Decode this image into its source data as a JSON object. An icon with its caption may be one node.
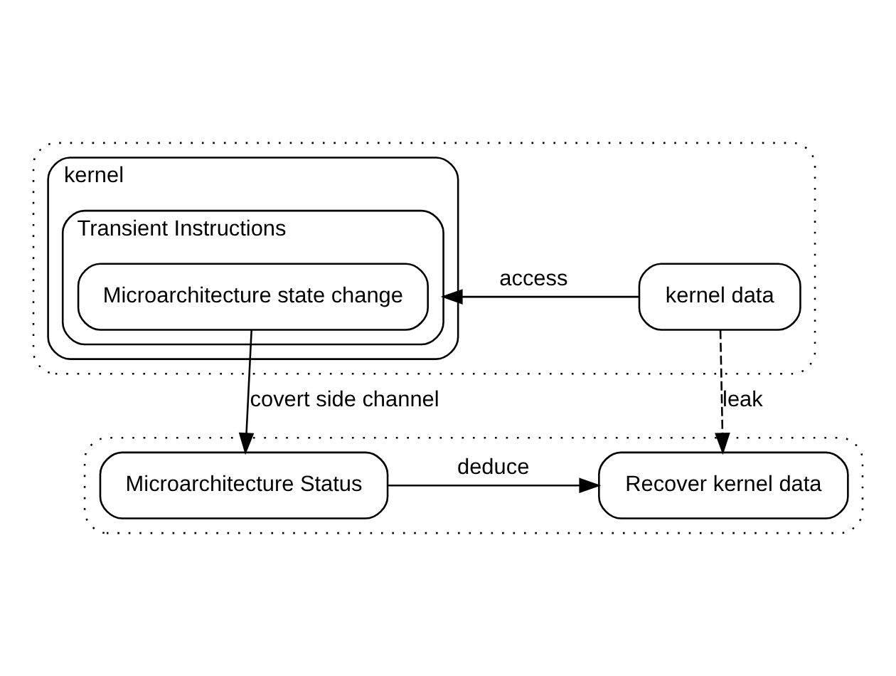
{
  "diagram": {
    "nodes": [
      {
        "text": [],
        "shape": "box"
      },
      {
        "text": [
          "kernel"
        ],
        "in": 0
      },
      {
        "text": [
          "Transient Instructions"
        ],
        "in": 1
      },
      {
        "text": [
          "Microarchitecture state change"
        ],
        "in": 2
      },
      {
        "text": [
          "kernel data"
        ],
        "in": 0
      },
      {
        "text": [],
        "shape": "box"
      },
      {
        "text": [
          "Microarchitecture Status"
        ],
        "in": 5
      },
      {
        "text": [
          "Recover kernel data"
        ],
        "in": 5
      }
    ],
    "edges": [
      {
        "from": 4,
        "to": 2,
        "arrow": "to",
        "label": "access"
      },
      {
        "from": 3,
        "to": 6,
        "arrow": "to",
        "label": "covert side channel"
      },
      {
        "from": 4,
        "to": 7,
        "arrow": "to",
        "label": "leak",
        "style": "dashed"
      },
      {
        "from": 6,
        "to": 7,
        "arrow": "to",
        "label": "deduce"
      }
    ]
  }
}
